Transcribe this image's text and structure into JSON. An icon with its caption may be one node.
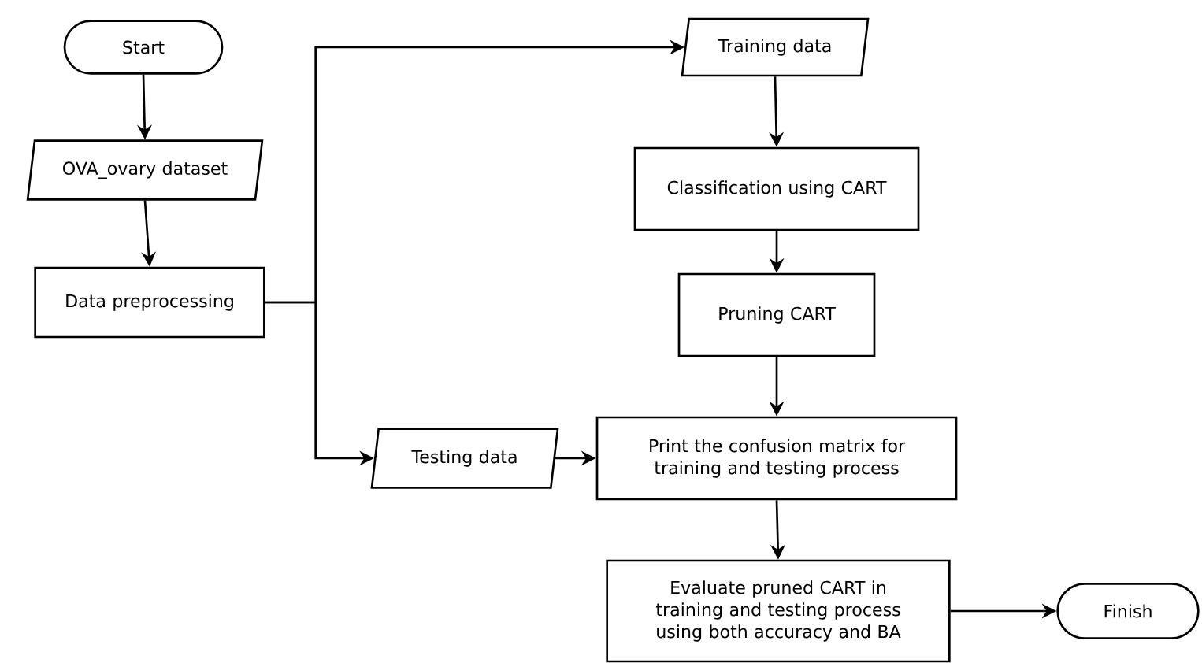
{
  "diagram": {
    "nodes": [
      {
        "text": [
          "Start"
        ]
      },
      {
        "text": [
          "OVA_ovary dataset"
        ]
      },
      {
        "text": [
          "Data preprocessing"
        ]
      },
      {
        "text": [
          "Training data"
        ]
      },
      {
        "text": [
          "Classification using CART"
        ]
      },
      {
        "text": [
          "Pruning CART"
        ]
      },
      {
        "text": [
          "Testing data"
        ]
      },
      {
        "text": [
          "Print the confusion matrix for training and testing process"
        ]
      },
      {
        "text": [
          "Evaluate pruned CART in training and testing process using both accuracy and BA"
        ]
      },
      {
        "text": [
          "Finish"
        ]
      }
    ],
    "edges": [
      {
        "from": 0,
        "to": 1,
        "arrow": "to"
      },
      {
        "from": 1,
        "to": 2,
        "arrow": "to"
      },
      {
        "from": 2,
        "to": 3,
        "arrow": "to"
      },
      {
        "from": 2,
        "to": 6,
        "arrow": "to"
      },
      {
        "from": 3,
        "to": 4,
        "arrow": "to"
      },
      {
        "from": 4,
        "to": 5,
        "arrow": "to"
      },
      {
        "from": 5,
        "to": 7,
        "arrow": "to"
      },
      {
        "from": 6,
        "to": 7,
        "arrow": "to"
      },
      {
        "from": 7,
        "to": 8,
        "arrow": "to"
      },
      {
        "from": 8,
        "to": 9,
        "arrow": "to"
      }
    ]
  }
}
